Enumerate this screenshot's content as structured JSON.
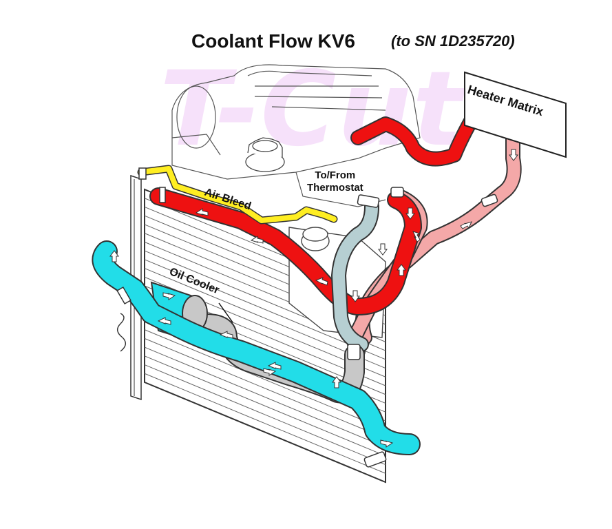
{
  "title": "Coolant Flow KV6",
  "subtitle": "(to SN 1D235720)",
  "watermark": "T-Cut",
  "labels": {
    "heater_matrix": "Heater Matrix",
    "to_from_line1": "To/From",
    "to_from_line2": "Thermostat",
    "air_bleed": "Air Bleed",
    "oil_cooler": "Oil Cooler"
  },
  "colors": {
    "hot_hose": "#ee1111",
    "return_hose": "#f4a8a8",
    "cold_hose": "#22dde8",
    "oil_cooler_hose": "#c8c8c8",
    "bleed_hose": "#ffee22",
    "watermark": "#e8b0f0"
  }
}
